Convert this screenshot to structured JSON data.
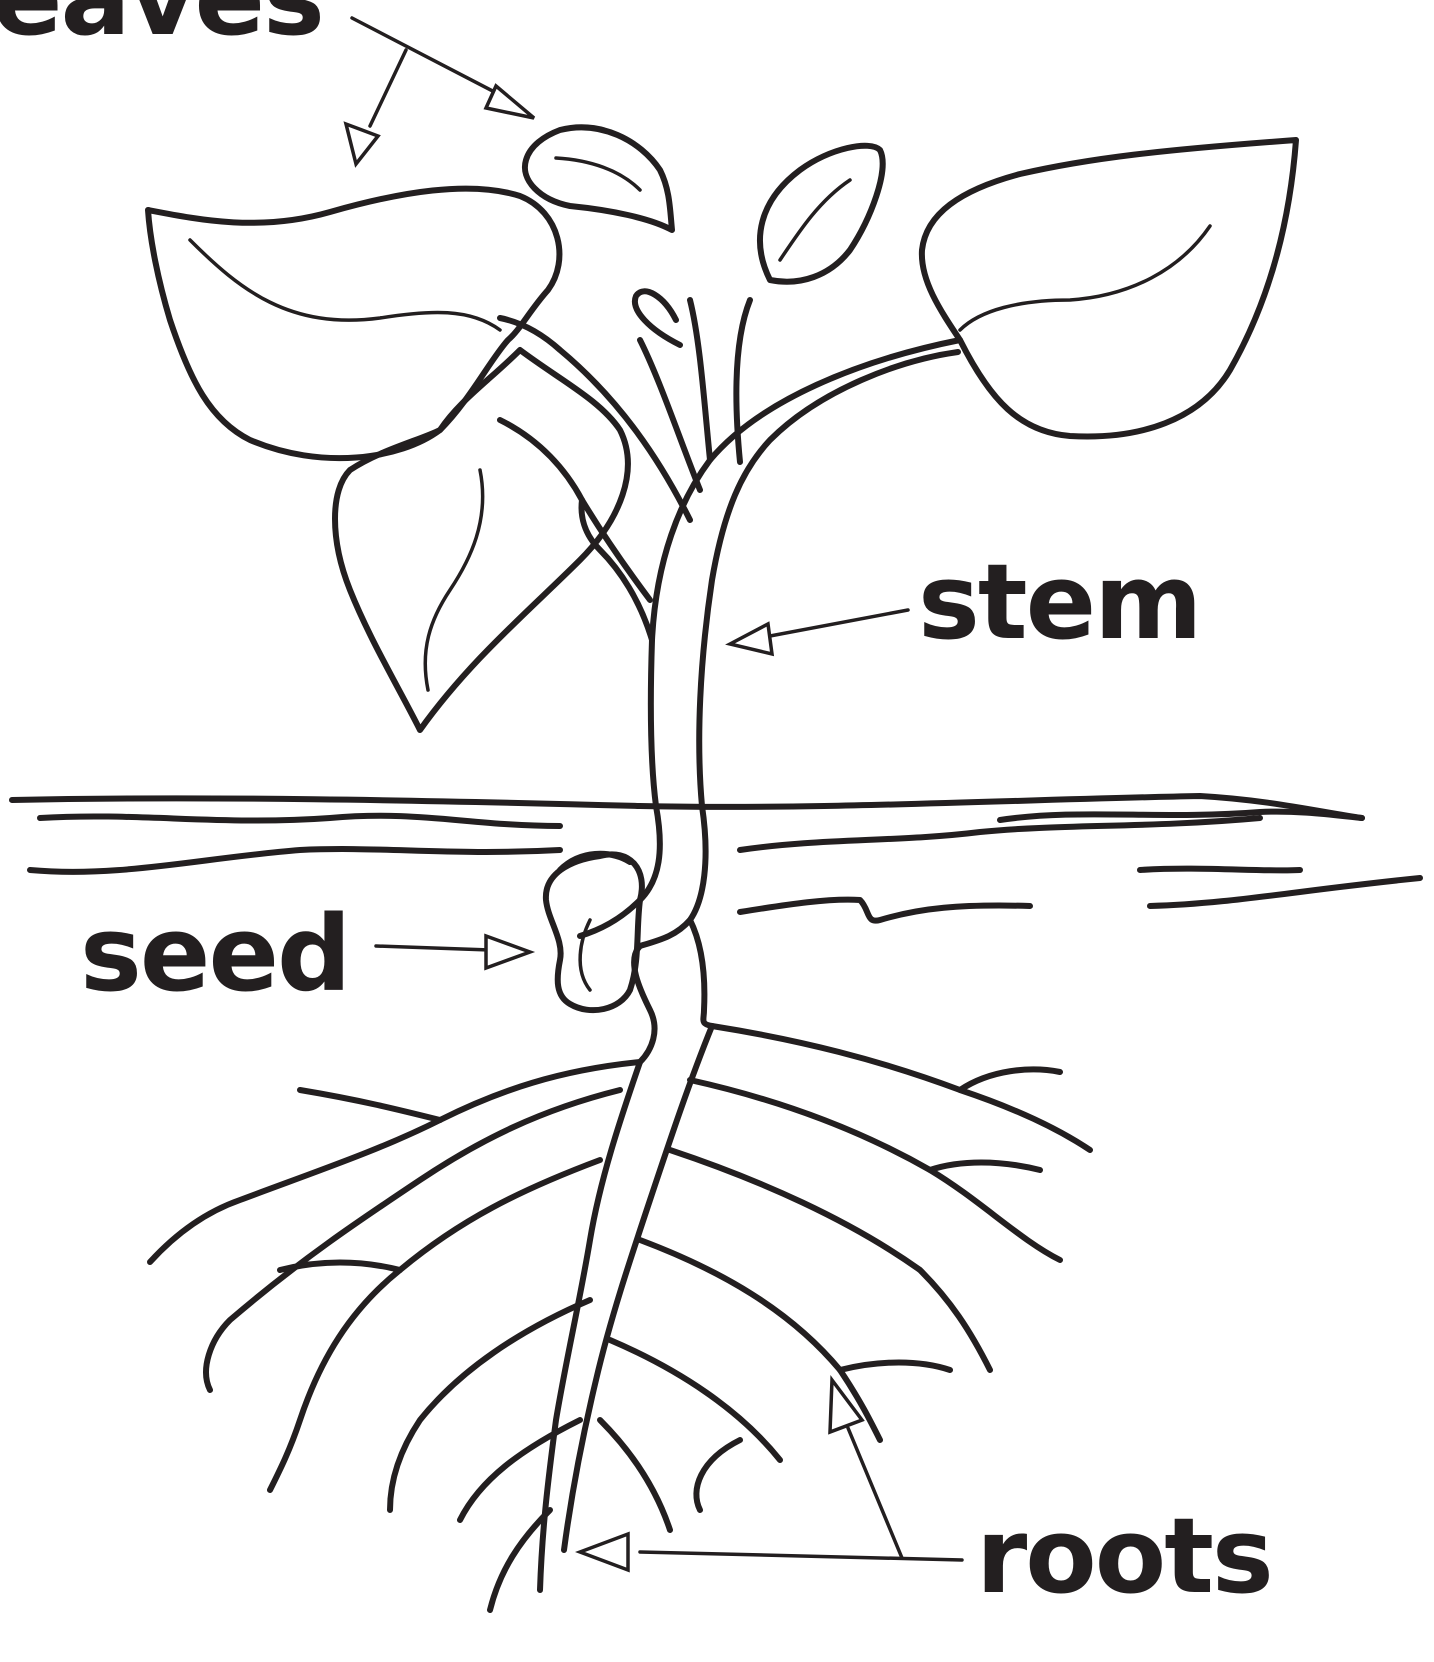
{
  "diagram": {
    "labels": {
      "leaves": "eaves",
      "stem": "stem",
      "seed": "seed",
      "roots": "roots"
    }
  },
  "colors": {
    "ink": "#231f20",
    "background": "#ffffff"
  }
}
